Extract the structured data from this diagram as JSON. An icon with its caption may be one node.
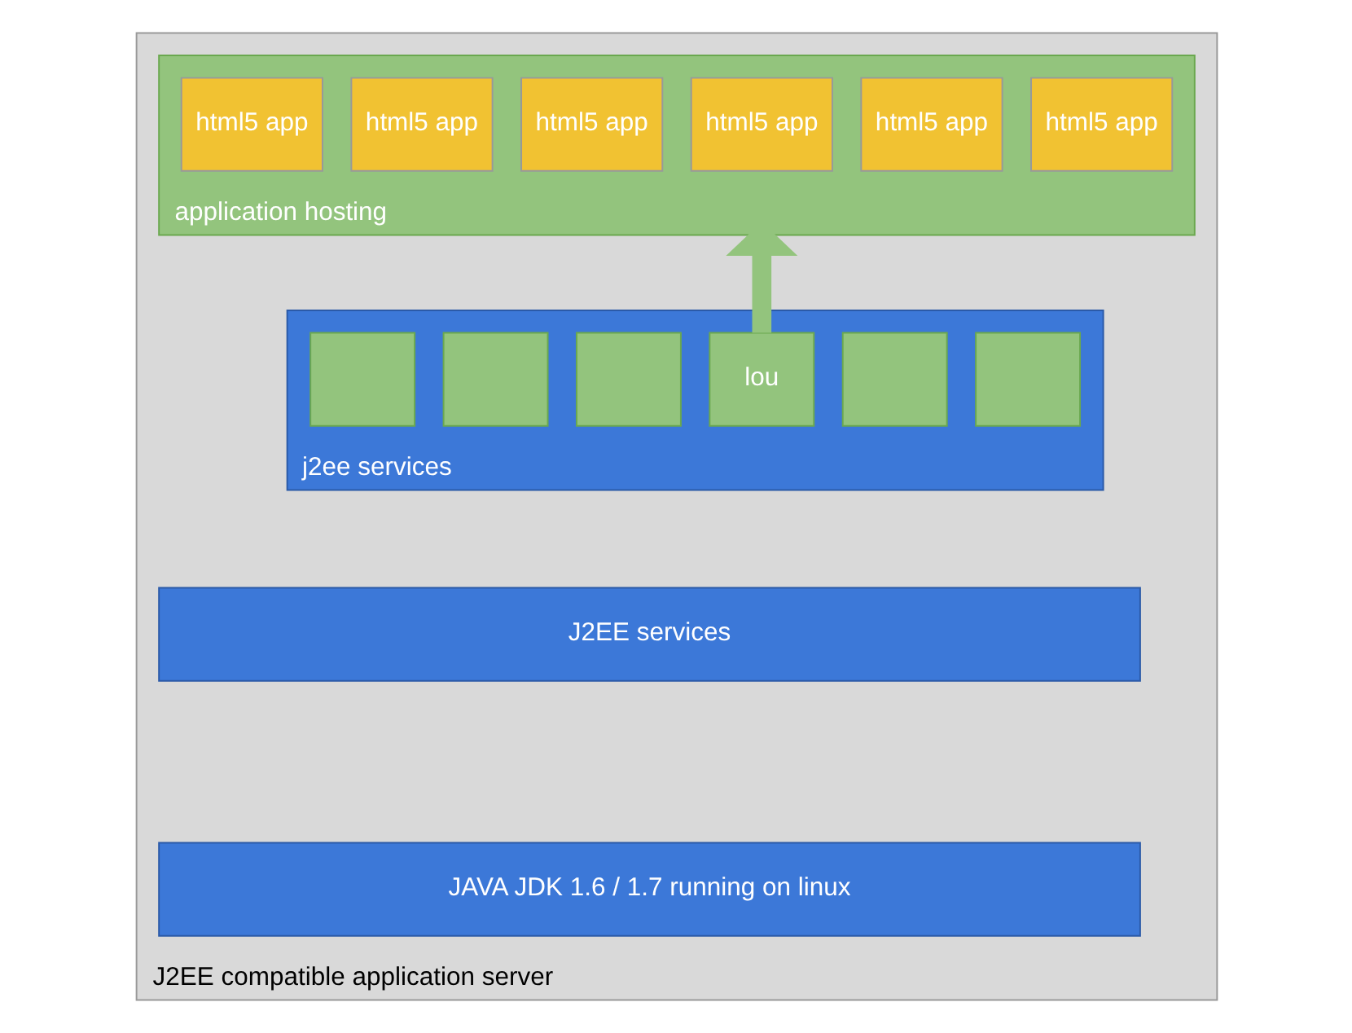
{
  "diagram": {
    "nodes": [
      {
        "text": [
          "J2EE compatible application server"
        ]
      },
      {
        "text": [
          "application hosting"
        ],
        "in": 0
      },
      {
        "text": [
          "html5 app"
        ],
        "in": 1
      },
      {
        "text": [
          "html5 app"
        ],
        "in": 1
      },
      {
        "text": [
          "html5 app"
        ],
        "in": 1
      },
      {
        "text": [
          "html5 app"
        ],
        "in": 1
      },
      {
        "text": [
          "html5 app"
        ],
        "in": 1
      },
      {
        "text": [
          "html5 app"
        ],
        "in": 1
      },
      {
        "text": [
          "j2ee services"
        ],
        "in": 0
      },
      {
        "text": [],
        "shape": "box",
        "in": 8
      },
      {
        "text": [],
        "shape": "box",
        "in": 8
      },
      {
        "text": [
          "lou"
        ],
        "in": 8
      },
      {
        "text": [],
        "shape": "box",
        "in": 8
      },
      {
        "text": [],
        "shape": "box",
        "in": 8
      },
      {
        "text": [],
        "shape": "box",
        "in": 8
      },
      {
        "text": [
          "J2EE services"
        ],
        "in": 0
      },
      {
        "text": [
          "JAVA JDK 1.6 / 1.7 running on linux"
        ],
        "in": 0
      }
    ],
    "edges": [
      {
        "from": 11,
        "to": 1,
        "arrow": "to",
        "color": "#93c47d"
      }
    ]
  }
}
